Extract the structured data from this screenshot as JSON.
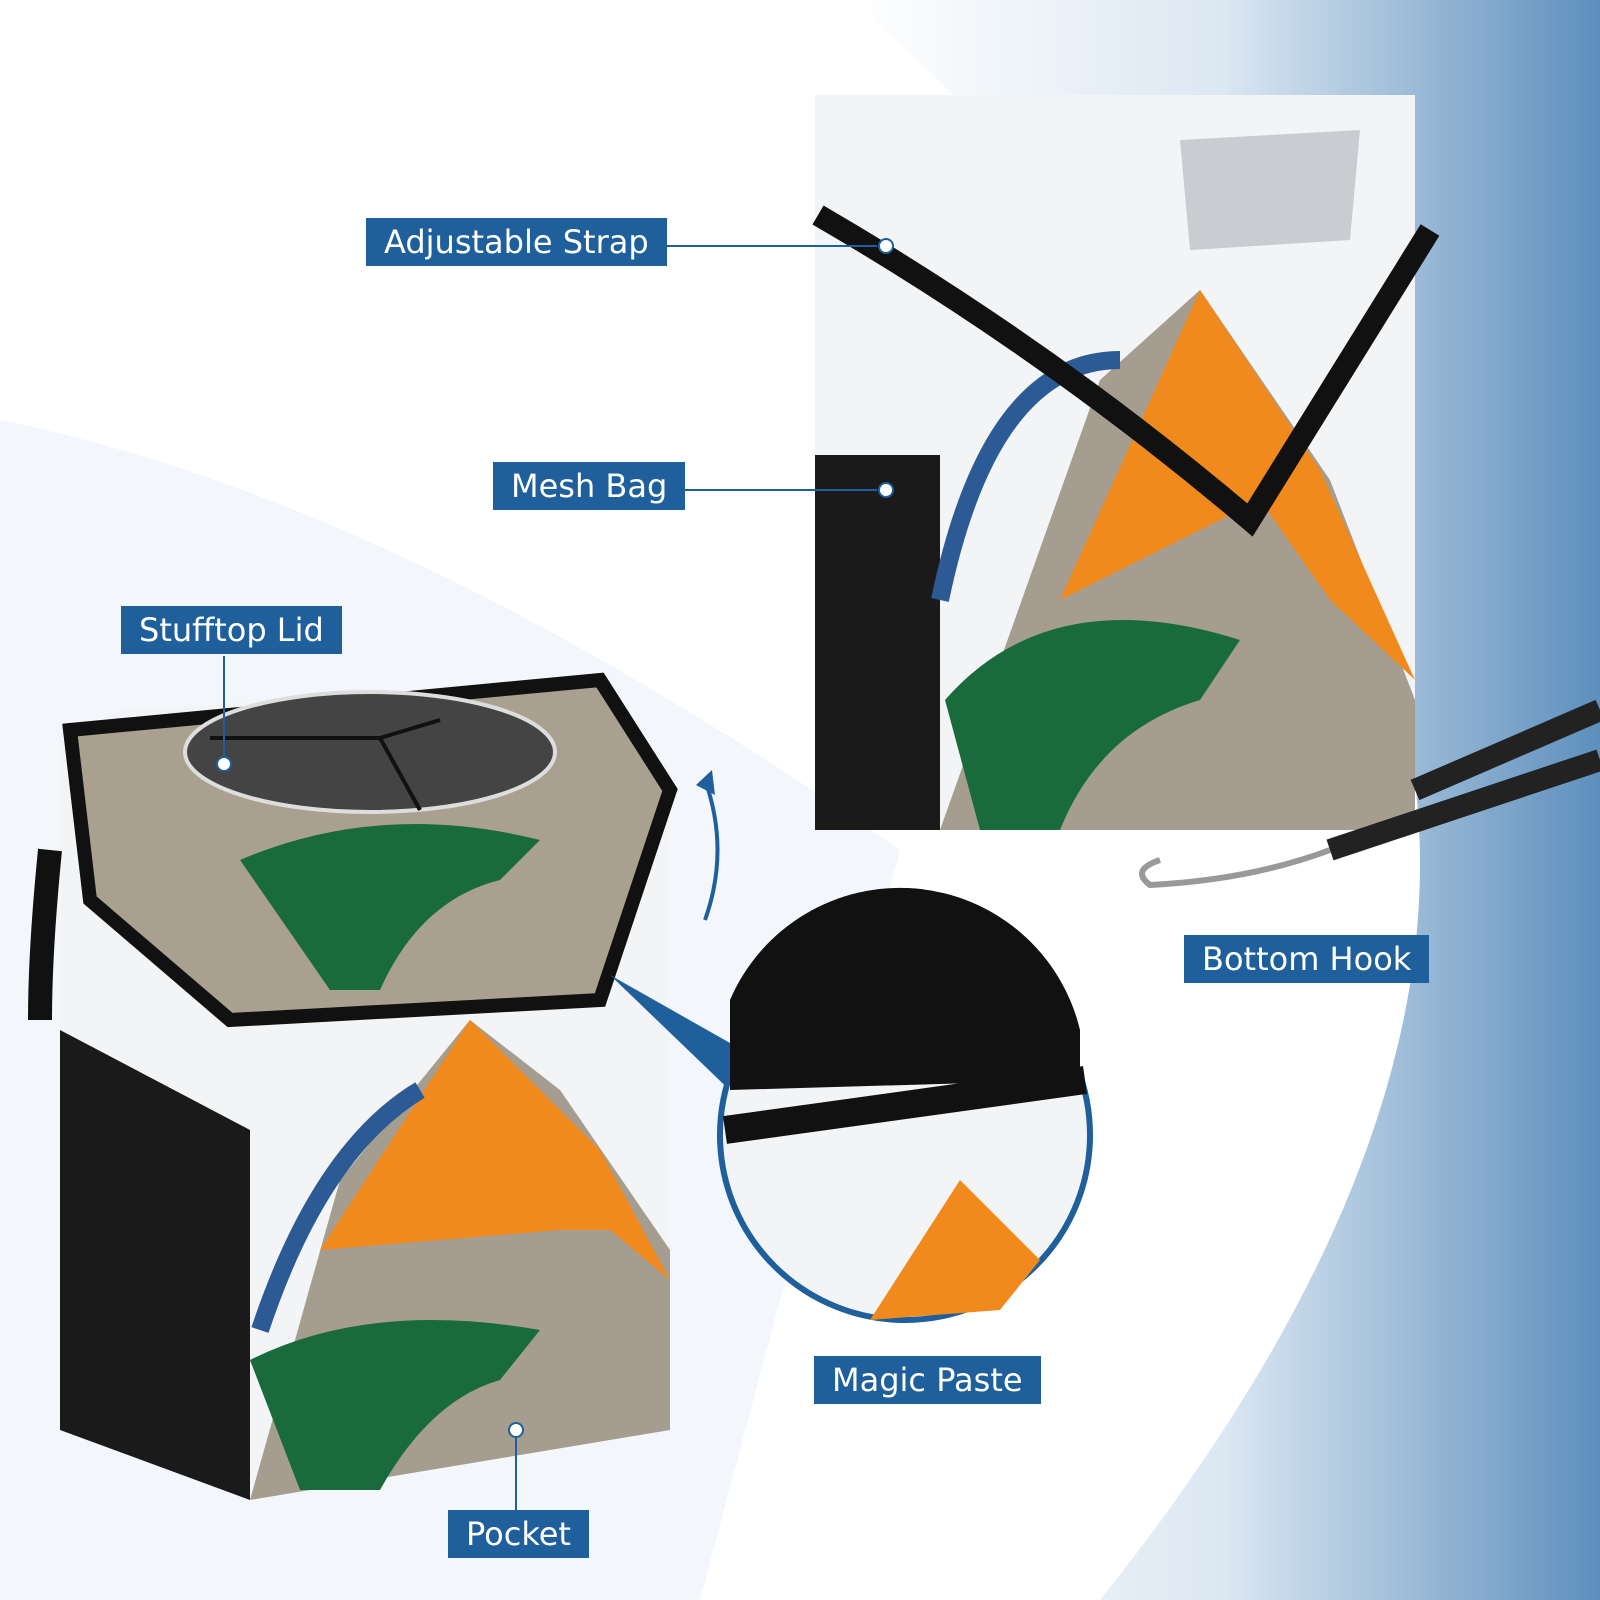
{
  "labels": {
    "adjustable_strap": "Adjustable Strap",
    "mesh_bag": "Mesh Bag",
    "stufftop_lid": "Stufftop Lid",
    "bottom_hook": "Bottom Hook",
    "magic_paste": "Magic Paste",
    "pocket": "Pocket"
  },
  "colors": {
    "label_bg": "#1e5f9c",
    "orange": "#f08a1c",
    "green": "#1a6b3c",
    "navy": "#2c5a94"
  }
}
